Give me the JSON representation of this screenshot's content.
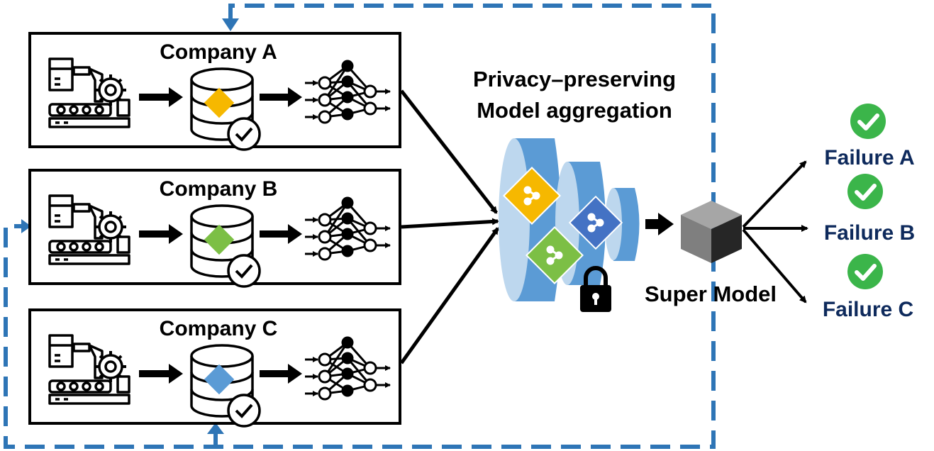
{
  "companies": [
    {
      "name": "Company A",
      "accent": "#F6B800"
    },
    {
      "name": "Company B",
      "accent": "#7CBF45"
    },
    {
      "name": "Company C",
      "accent": "#5B9BD5"
    }
  ],
  "aggregation": {
    "title_line1": "Privacy–preserving",
    "title_line2": "Model aggregation"
  },
  "super_model": {
    "label": "Super Model"
  },
  "failures": [
    "Failure A",
    "Failure B",
    "Failure C"
  ],
  "colors": {
    "loop_dash": "#2E75B6",
    "failure_text": "#0E2A5C",
    "check_green": "#3BB54A",
    "funnel_light": "#BDD7EE",
    "funnel_mid": "#9DC3E6",
    "funnel_dark": "#5B9BD5"
  },
  "icons": [
    "factory-robot-icon",
    "database-check-icon",
    "neural-network-icon",
    "lock-icon",
    "cube-icon",
    "check-circle-icon",
    "share-icon"
  ]
}
